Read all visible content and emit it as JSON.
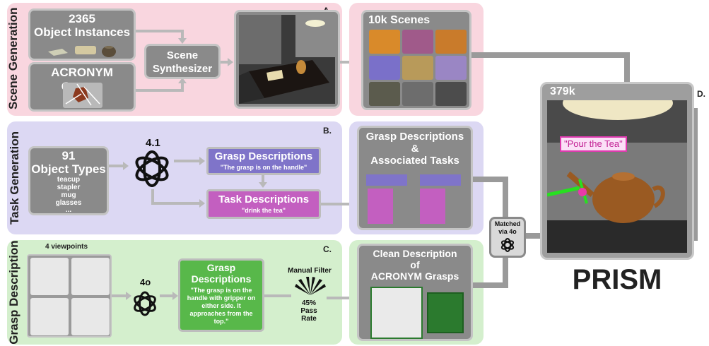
{
  "scene_generation": {
    "section_label": "Scene Generation",
    "letter": "A.",
    "objects_count": "2365",
    "objects_label": "Object Instances",
    "grasps_label": "ACRONYM Grasps",
    "synth_line1": "Scene",
    "synth_line2": "Synthesizer",
    "scenes_label": "10k Scenes"
  },
  "task_generation": {
    "section_label": "Task Generation",
    "letter": "B.",
    "types_count": "91",
    "types_label": "Object Types",
    "examples": [
      "teacup",
      "stapler",
      "mug",
      "glasses",
      "..."
    ],
    "model": "4.1",
    "grasp_desc_title": "Grasp Descriptions",
    "grasp_desc_example": "\"The grasp is on the handle\"",
    "task_desc_title": "Task Descriptions",
    "task_desc_example": "\"drink the tea\"",
    "output_line1": "Grasp Descriptions",
    "output_line2": "&",
    "output_line3": "Associated Tasks"
  },
  "grasp_description": {
    "section_label": "Grasp Description",
    "letter": "C.",
    "viewpoints_label": "4 viewpoints",
    "model": "4o",
    "desc_title_line1": "Grasp",
    "desc_title_line2": "Descriptions",
    "desc_example": "\"The grasp is on the handle with gripper on either side. It approaches from the top.\"",
    "filter_label": "Manual Filter",
    "pass_rate_value": "45%",
    "pass_rate_label1": "Pass",
    "pass_rate_label2": "Rate",
    "output_line1": "Clean Description",
    "output_line2": "of",
    "output_line3": "ACRONYM Grasps"
  },
  "matcher": {
    "line1": "Matched",
    "line2": "via 4o"
  },
  "prism": {
    "count": "379k",
    "letter": "D.",
    "quote": "\"Pour the Tea\"",
    "title": "PRISM"
  },
  "colors": {
    "pink_bg": "#f9d6df",
    "purple_bg": "#dcd8f3",
    "green_bg": "#d4efcd",
    "box_gray": "#8a8a8a",
    "grasp_purple": "#7f74c9",
    "task_magenta": "#c35fc0",
    "grasp_green": "#58b84a",
    "dark_green": "#2b7a2e"
  }
}
